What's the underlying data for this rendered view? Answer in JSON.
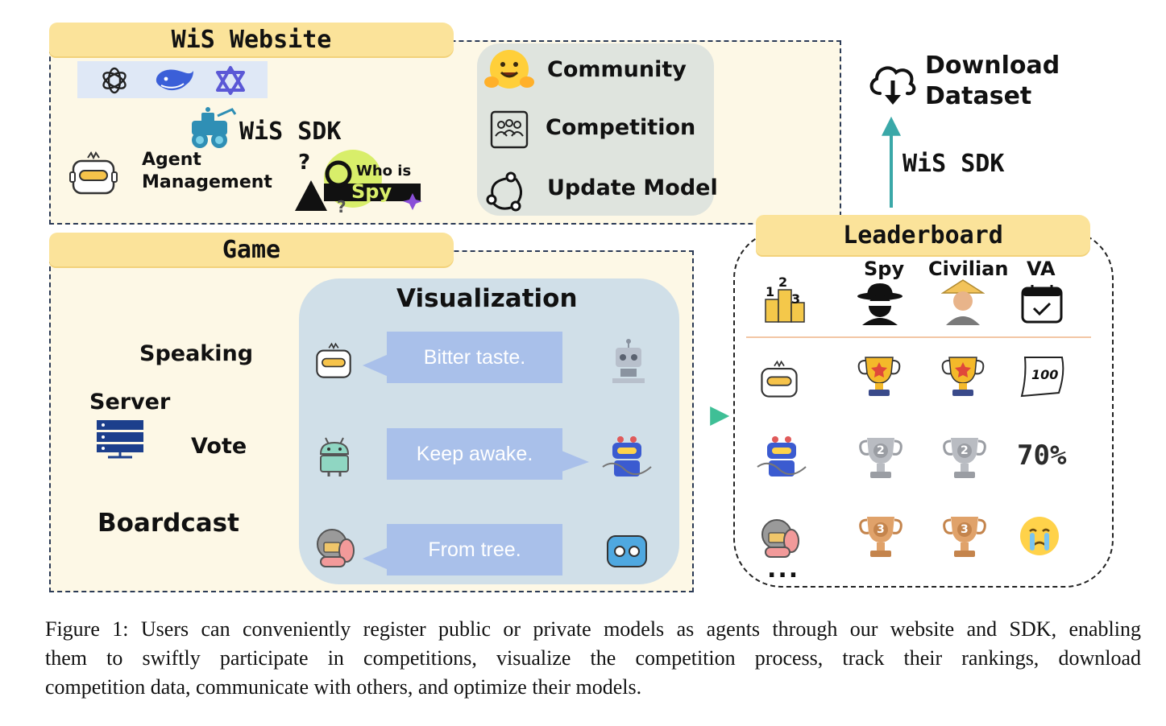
{
  "website": {
    "title": "WiS Website",
    "sdk_label": "WiS SDK",
    "agent_management": [
      "Agent",
      "Management"
    ]
  },
  "community": {
    "items": [
      {
        "label": "Community",
        "icon": "hugging-face-icon"
      },
      {
        "label": "Competition",
        "icon": "people-icon"
      },
      {
        "label": "Update Model",
        "icon": "cycle-icon"
      }
    ]
  },
  "download": {
    "label": [
      "Download",
      "Dataset"
    ],
    "icon": "cloud-download-icon",
    "sdk_label": "WiS SDK"
  },
  "game": {
    "title": "Game",
    "server_label": "Server",
    "speaking_label": "Speaking",
    "vote_label": "Vote",
    "broadcast_label": "Boardcast"
  },
  "visualization": {
    "title": "Visualization",
    "messages": [
      "Bitter taste.",
      "Keep awake.",
      "From tree."
    ]
  },
  "leaderboard": {
    "title": "Leaderboard",
    "columns": [
      "Spy",
      "Civilian",
      "VA"
    ],
    "va_percent": "70%",
    "more": "...",
    "podium_digits": [
      "1",
      "2",
      "3"
    ],
    "trophy_ranks": [
      "2",
      "3"
    ],
    "certificate_text": "100"
  },
  "logo": {
    "text": [
      "Who is",
      "Spy"
    ]
  },
  "caption": [
    "Figure 1: Users can conveniently register public or private models as agents through our website and SDK, enabling",
    "them to swiftly participate in competitions, visualize the competition process, track their rankings, download",
    "competition data, communicate with others, and optimize their models."
  ],
  "colors": {
    "panel": "#fdf8e6",
    "banner": "#fbe39a",
    "teal": "#3fb5a0",
    "blue": "#2f5ca8",
    "vis": "#d0dfe8",
    "bubble": "#a9c0ea"
  }
}
